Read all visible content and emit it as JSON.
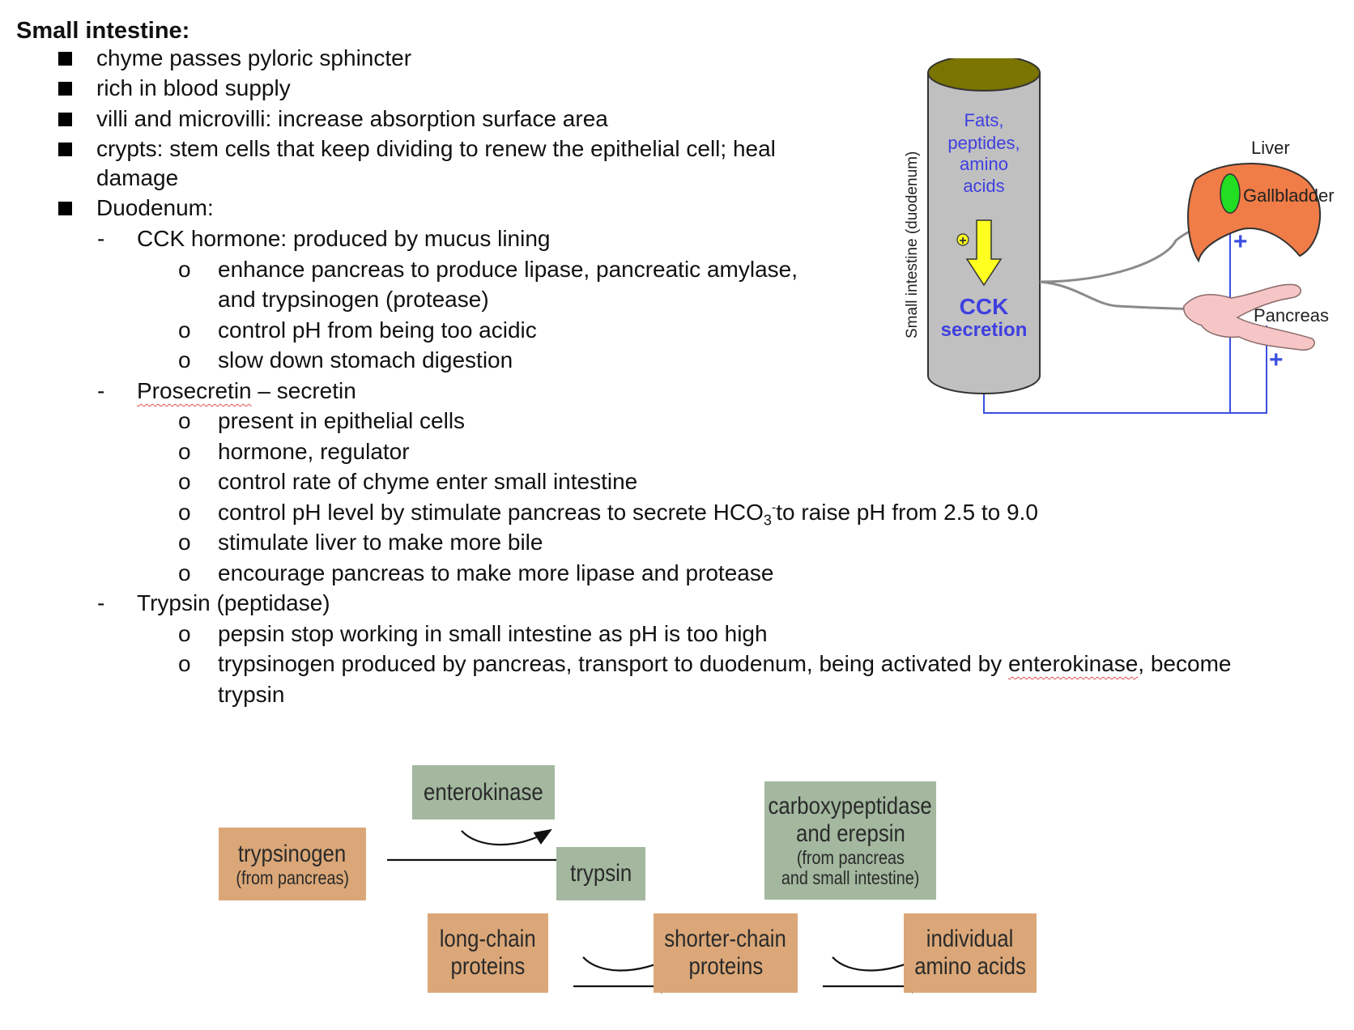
{
  "heading": "Small intestine:",
  "bullets": [
    "chyme passes pyloric sphincter",
    "rich in blood supply",
    "villi and microvilli: increase absorption surface area",
    "crypts: stem cells that keep dividing to renew the epithelial cell; heal",
    "damage",
    "Duodenum:"
  ],
  "cck": {
    "dash": "-",
    "title": "CCK hormone: produced by mucus lining",
    "items": [
      "enhance pancreas to produce lipase, pancreatic amylase,",
      "and trypsinogen (protease)",
      "control pH from being too acidic",
      "slow down stomach digestion"
    ]
  },
  "secretin": {
    "title_word": "Prosecretin",
    "title_rest": " – secretin",
    "items": [
      "present in epithelial cells",
      "hormone, regulator",
      "control rate of chyme enter small intestine",
      "stimulate liver to make more bile",
      "encourage pancreas to make more lipase and protease"
    ],
    "ph_line": {
      "a": "control pH level by stimulate pancreas to secrete HCO",
      "sub": "3",
      "sup": "-",
      "b": "to raise pH from 2.5 to 9.0"
    }
  },
  "trypsin": {
    "title": "Trypsin (peptidase)",
    "items": [
      "pepsin stop working in small intestine as pH is too high",
      "trypsin"
    ],
    "long_line": {
      "a": "trypsinogen produced by pancreas, transport to duodenum, being activated by ",
      "word": "enterokinase",
      "b": ", become"
    }
  },
  "bullet_marks": {
    "circle": "o"
  },
  "figure": {
    "vertical_label": "Small intestine (duodenum)",
    "lumen": [
      "Fats,",
      "peptides,",
      "amino",
      "acids"
    ],
    "plus": "+",
    "cck": [
      "CCK",
      "secretion"
    ],
    "liver": "Liver",
    "gallbladder": "Gallbladder",
    "pancreas": "Pancreas",
    "colors": {
      "cylinder": "#c0c0c0",
      "cylinder_top": "#7a7400",
      "liver": "#f07c47",
      "gallbladder": "#22dd22",
      "pancreas": "#f6c6c6",
      "arrow": "#ffff20",
      "signal_line": "#3a4fe0",
      "text_blue": "#3f3fe0"
    }
  },
  "flowchart": {
    "enterokinase": "enterokinase",
    "trypsinogen": "trypsinogen",
    "trypsinogen_sub": "(from pancreas)",
    "trypsin": "trypsin",
    "carboxy": [
      "carboxypeptidase",
      "and erepsin"
    ],
    "carboxy_sub": [
      "(from pancreas",
      "and small intestine)"
    ],
    "long_chain": [
      "long-chain",
      "proteins"
    ],
    "shorter_chain": [
      "shorter-chain",
      "proteins"
    ],
    "amino": [
      "individual",
      "amino acids"
    ],
    "colors": {
      "tan": "#dba778",
      "green": "#a3b89f"
    }
  }
}
